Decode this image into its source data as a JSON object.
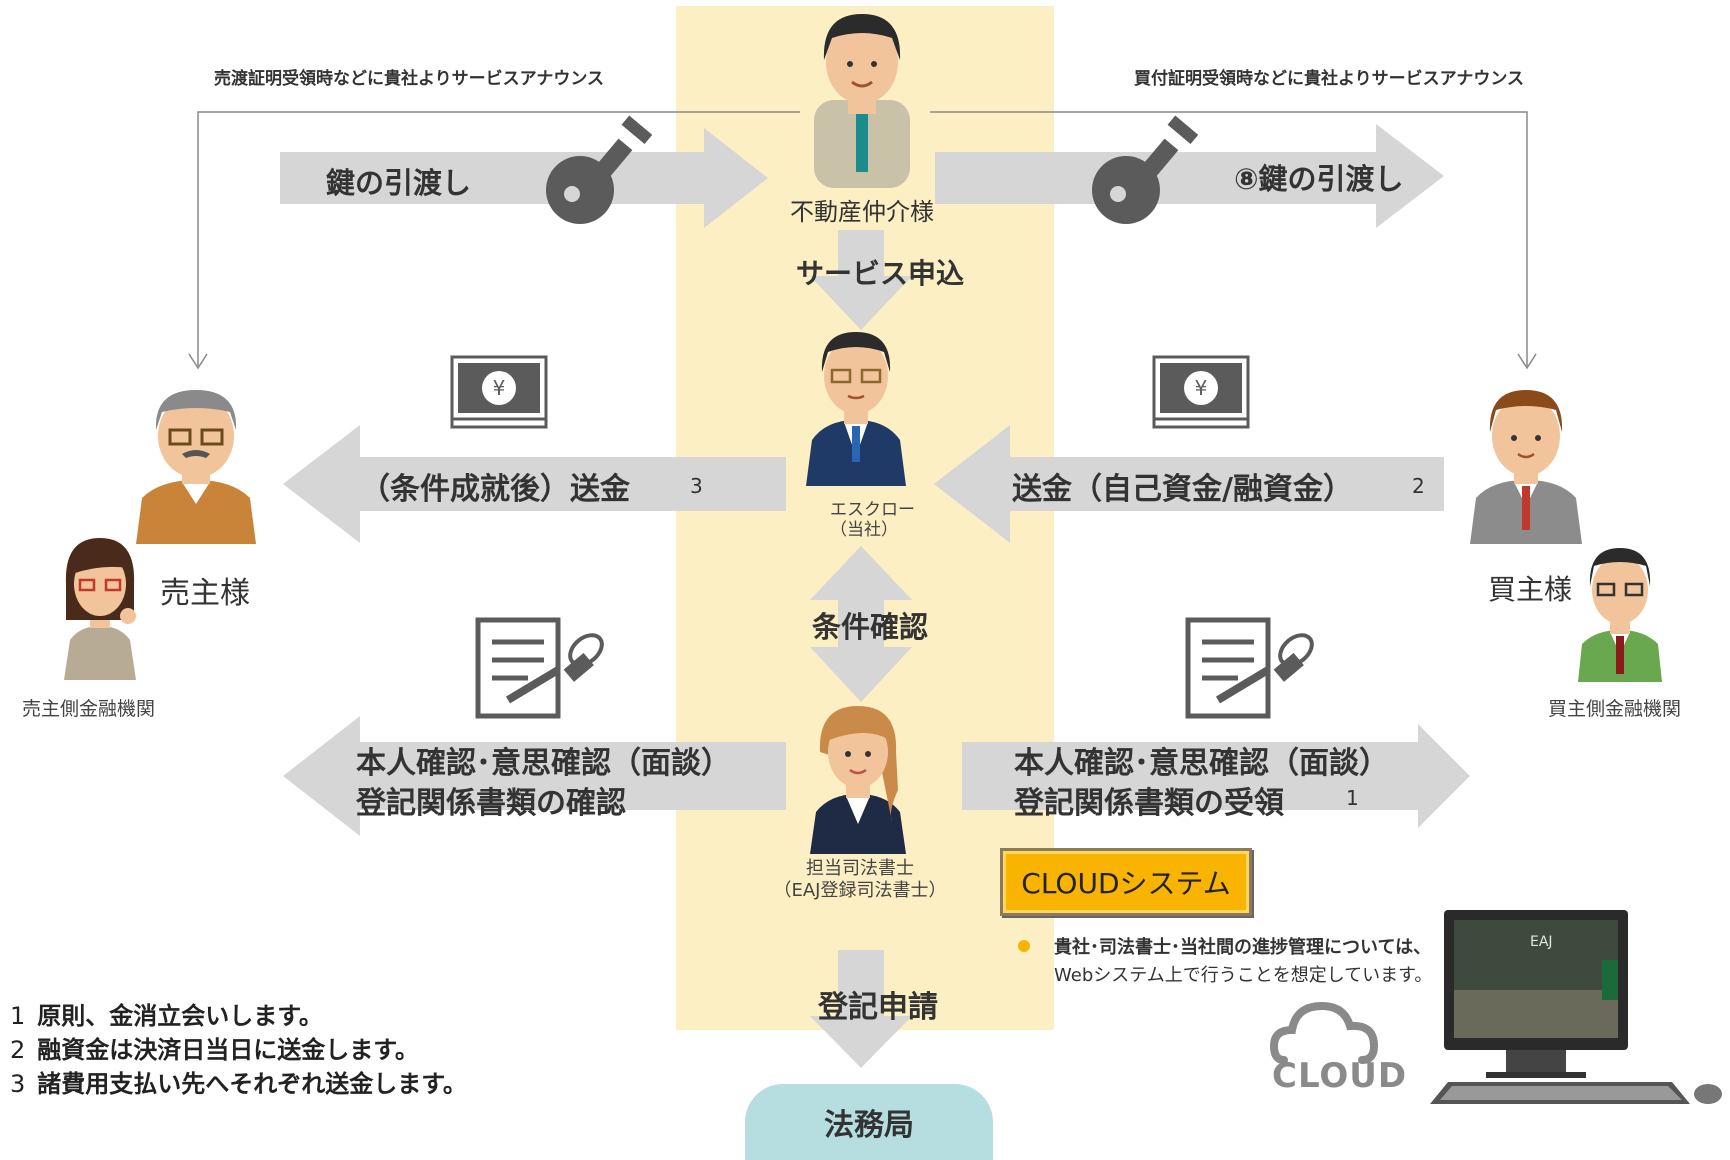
{
  "annotations": {
    "left_top": "売渡証明受領時などに貴社よりサービスアナウンス",
    "right_top": "買付証明受領時などに貴社よりサービスアナウンス"
  },
  "arrows": {
    "key_left": "鍵の引渡し",
    "key_right": "⑧鍵の引渡し",
    "service_apply": "サービス申込",
    "remit_left": "（条件成就後）送金",
    "remit_left_num": "3",
    "remit_right": "送金（自己資金/融資金）",
    "remit_right_num": "2",
    "condition_check": "条件確認",
    "identity_left_1": "本人確認･意思確認（面談）",
    "identity_left_2": "登記関係書類の確認",
    "identity_right_1": "本人確認･意思確認（面談）",
    "identity_right_2": "登記関係書類の受領",
    "identity_right_num": "1",
    "registration": "登記申請"
  },
  "people": {
    "broker": "不動産仲介様",
    "escrow_1": "エスクロー",
    "escrow_2": "（当社）",
    "scrivener_1": "担当司法書士",
    "scrivener_2": "（EAJ登録司法書士）",
    "seller": "売主様",
    "seller_bank": "売主側金融機関",
    "buyer": "買主様",
    "buyer_bank": "買主側金融機関"
  },
  "cloud": {
    "button": "CLOUDシステム",
    "note_1": "貴社･司法書士･当社間の進捗管理については、",
    "note_2": "Webシステム上で行うことを想定しています。",
    "logo": "CLOUD",
    "screen_text": "EAJ"
  },
  "bureau": "法務局",
  "footnotes": [
    {
      "num": "1",
      "text": "原則、金消立会いします。"
    },
    {
      "num": "2",
      "text": "融資金は決済日当日に送金します。"
    },
    {
      "num": "3",
      "text": "諸費用支払い先へそれぞれ送金します。"
    }
  ],
  "colors": {
    "center_band": "#fcefc3",
    "arrow": "#d6d6d6",
    "cloud_button": "#f8b400",
    "bureau": "#b6dee0"
  }
}
